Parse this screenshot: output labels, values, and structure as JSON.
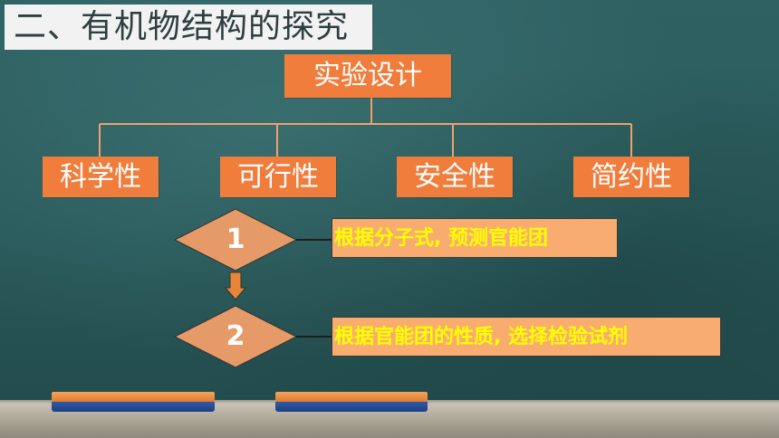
{
  "slide": {
    "title": "二、有机物结构的探究",
    "main_box": "实验设计",
    "sub_boxes": [
      "科学性",
      "可行性",
      "安全性",
      "简约性"
    ],
    "steps": [
      {
        "number": "1",
        "text": "根据分子式, 预测官能团"
      },
      {
        "number": "2",
        "text": "根据官能团的性质, 选择检验试剂"
      }
    ]
  },
  "colors": {
    "box_orange": "#f07d3c",
    "diamond": "#e69a68",
    "step_fill": "#f8ac70",
    "step_text": "#ffff00",
    "connector": "#f0a070",
    "board": "#2b5a5c"
  }
}
